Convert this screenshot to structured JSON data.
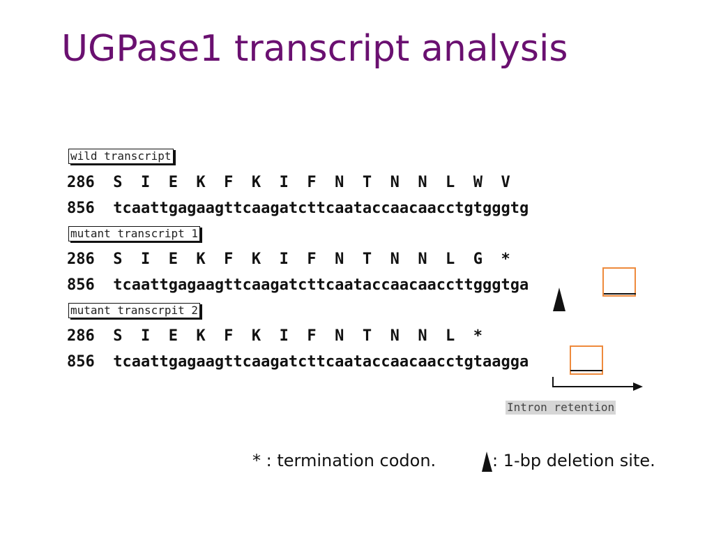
{
  "title": "UGPase1 transcript analysis",
  "sections": [
    {
      "label": "wild transcript",
      "protein": "286  S  I  E  K  F  K  I  F  N  T  N  N  L  W  V",
      "dna": "856  tcaattgagaagttcaagatcttcaataccaacaacctgtgggtg"
    },
    {
      "label": "mutant transcript 1",
      "protein": "286  S  I  E  K  F  K  I  F  N  T  N  N  L  G  *",
      "dna": "856  tcaattgagaagttcaagatcttcaataccaacaaccttgggtga"
    },
    {
      "label": "mutant transcrpit 2",
      "protein": "286  S  I  E  K  F  K  I  F  N  T  N  N  L  *",
      "dna": "856  tcaattgagaagttcaagatcttcaataccaacaacctgtaagga"
    }
  ],
  "intron_label": "Intron retention",
  "legend": {
    "termination": "* : termination codon.",
    "deletion": ": 1-bp deletion site."
  },
  "colors": {
    "title": "#6a1070",
    "highlight_box": "#ee8a3c",
    "intron_label_bg": "#d6d6d6"
  },
  "icons": {
    "deletion_marker": "black-triangle-arrowhead-icon",
    "intron_arrow": "right-angle-arrow-icon"
  }
}
